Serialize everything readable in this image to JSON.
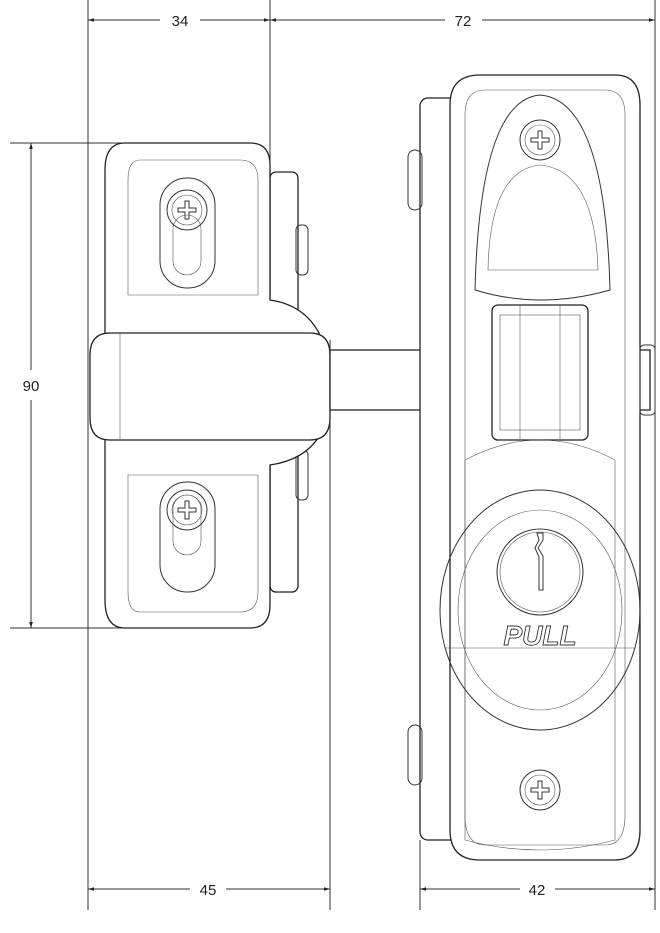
{
  "dimensions": {
    "top_left": "34",
    "top_right": "72",
    "left_height": "90",
    "bottom_left": "45",
    "bottom_right": "42"
  },
  "label": {
    "pull": "PULL"
  }
}
